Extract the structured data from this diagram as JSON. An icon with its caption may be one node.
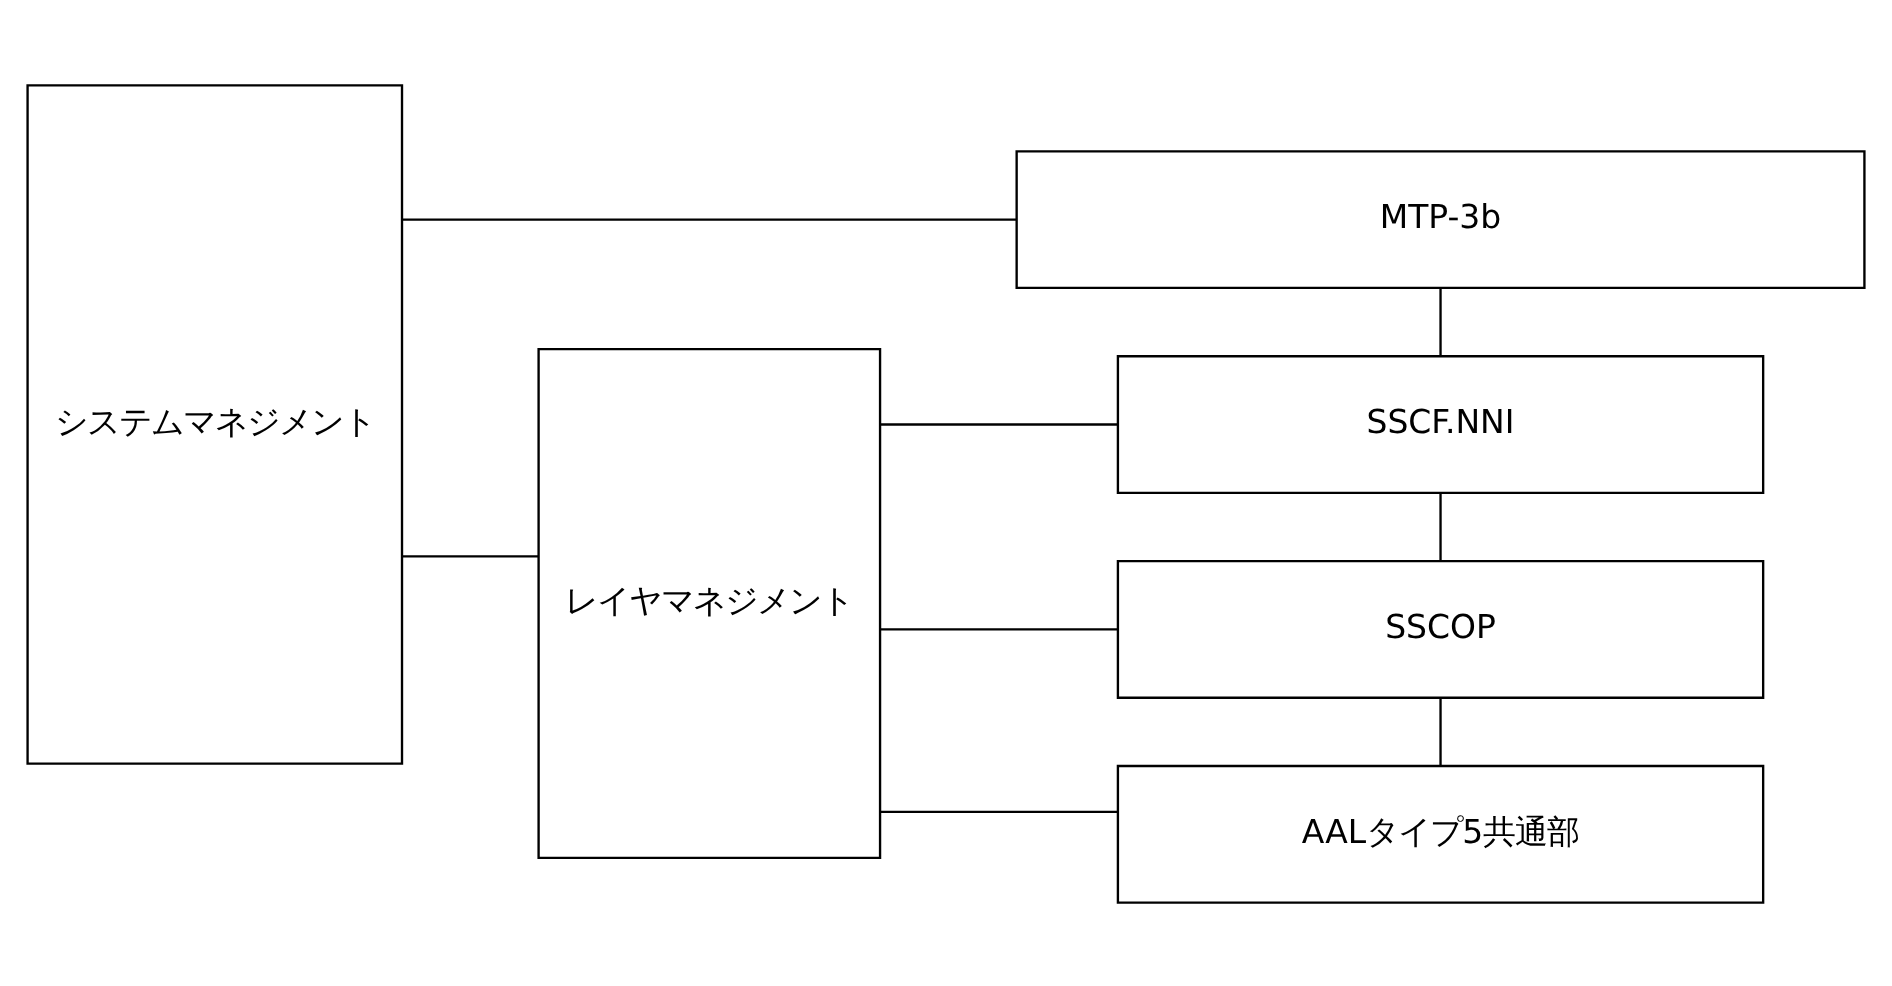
{
  "diagram": {
    "nodes": [
      {
        "text": [
          "システムマネジメント"
        ]
      },
      {
        "text": [
          "MTP-3b"
        ]
      },
      {
        "text": [
          "レイヤマネジメント"
        ]
      },
      {
        "text": [
          "SSCF.NNI"
        ]
      },
      {
        "text": [
          "SSCOP"
        ]
      },
      {
        "text": [
          "AALタイプ5共通部"
        ]
      }
    ],
    "edges": [
      {
        "from": 0,
        "to": 1,
        "arrow": "none"
      },
      {
        "from": 0,
        "to": 2,
        "arrow": "none"
      },
      {
        "from": 1,
        "to": 3,
        "arrow": "none"
      },
      {
        "from": 2,
        "to": 3,
        "arrow": "none"
      },
      {
        "from": 3,
        "to": 4,
        "arrow": "none"
      },
      {
        "from": 2,
        "to": 4,
        "arrow": "none"
      },
      {
        "from": 4,
        "to": 5,
        "arrow": "none"
      },
      {
        "from": 2,
        "to": 5,
        "arrow": "none"
      }
    ]
  }
}
